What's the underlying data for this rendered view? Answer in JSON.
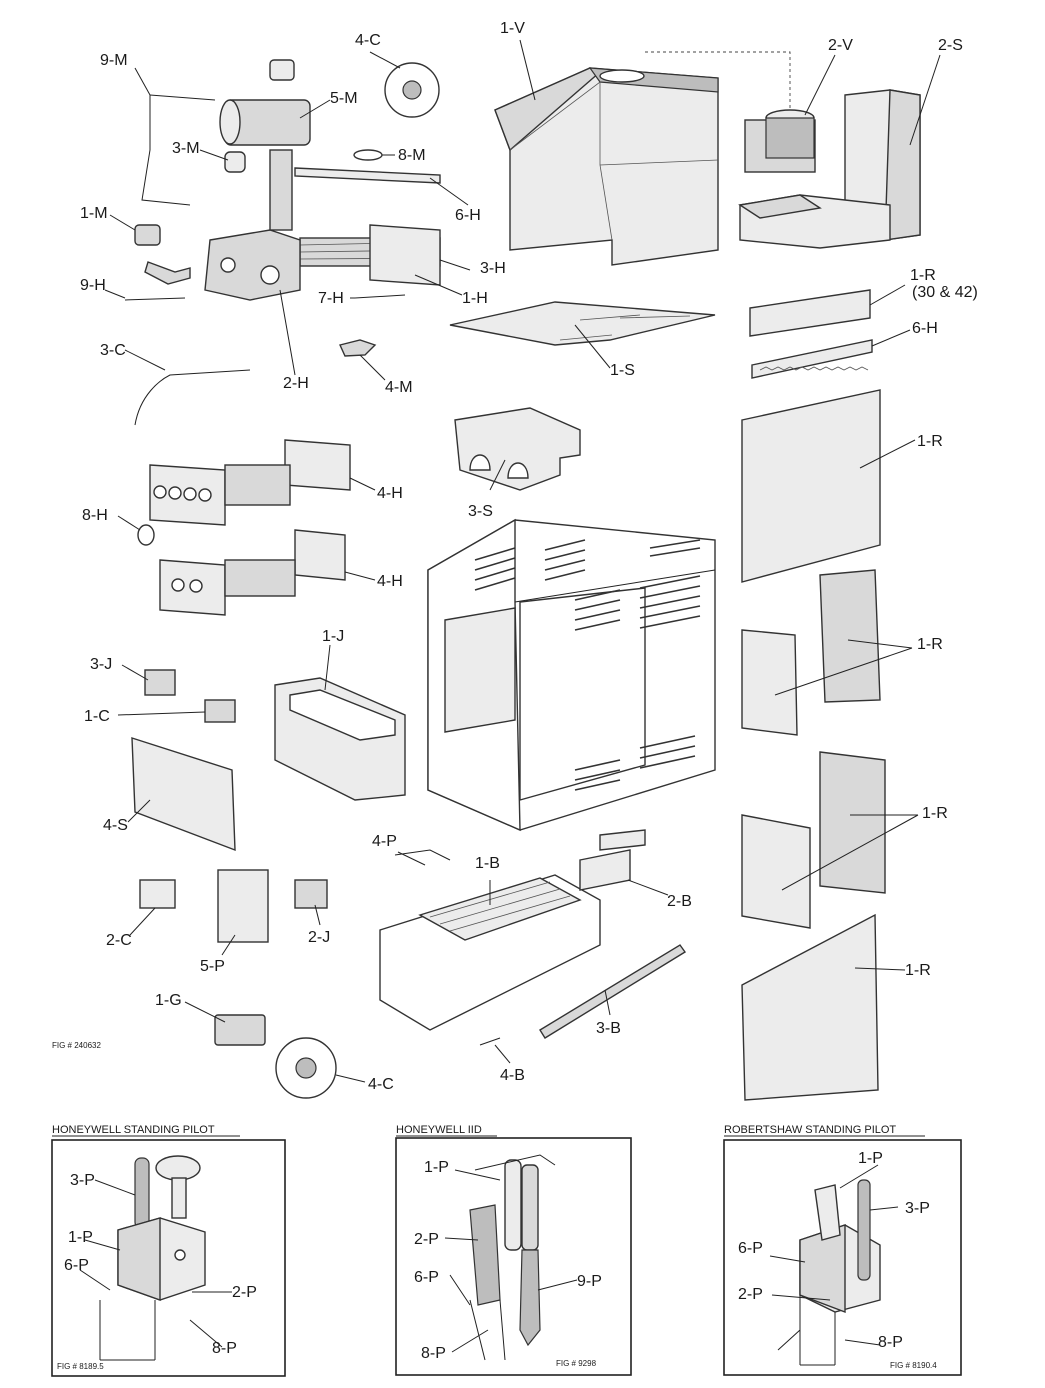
{
  "figure": {
    "main_fig_number": "FIG # 240632",
    "insets": [
      {
        "title": "HONEYWELL STANDING PILOT",
        "fig_number": "FIG # 8189.5"
      },
      {
        "title": "HONEYWELL IID",
        "fig_number": "FIG # 9298"
      },
      {
        "title": "ROBERTSHAW STANDING PILOT",
        "fig_number": "FIG # 8190.4"
      }
    ]
  },
  "labels": {
    "p_9M": "9-M",
    "p_4C_top": "4-C",
    "p_1V": "1-V",
    "p_2V": "2-V",
    "p_2S": "2-S",
    "p_5M": "5-M",
    "p_3M": "3-M",
    "p_8M": "8-M",
    "p_6H_top": "6-H",
    "p_1M": "1-M",
    "p_3H": "3-H",
    "p_9H": "9-H",
    "p_1H": "1-H",
    "p_7H": "7-H",
    "p_1R_30_42": "1-R",
    "p_1R_note": "(30 & 42)",
    "p_6H_right": "6-H",
    "p_3C": "3-C",
    "p_2H": "2-H",
    "p_4M": "4-M",
    "p_1S": "1-S",
    "p_1R_a": "1-R",
    "p_4H_a": "4-H",
    "p_8H": "8-H",
    "p_3S": "3-S",
    "p_4H_b": "4-H",
    "p_1J": "1-J",
    "p_1R_b": "1-R",
    "p_3J": "3-J",
    "p_1C": "1-C",
    "p_4S": "4-S",
    "p_4P": "4-P",
    "p_1B": "1-B",
    "p_1R_c": "1-R",
    "p_2B": "2-B",
    "p_2C": "2-C",
    "p_2J": "2-J",
    "p_5P": "5-P",
    "p_1R_d": "1-R",
    "p_1G": "1-G",
    "p_3B": "3-B",
    "p_4B": "4-B",
    "p_4C_bottom": "4-C"
  },
  "inset_labels": {
    "hw_sp": {
      "p3P": "3-P",
      "p1P": "1-P",
      "p6P": "6-P",
      "p2P": "2-P",
      "p8P": "8-P"
    },
    "hw_iid": {
      "p1P": "1-P",
      "p2P": "2-P",
      "p6P": "6-P",
      "p9P": "9-P",
      "p8P": "8-P"
    },
    "rs_sp": {
      "p1P": "1-P",
      "p3P": "3-P",
      "p6P": "6-P",
      "p2P": "2-P",
      "p8P": "8-P"
    }
  }
}
